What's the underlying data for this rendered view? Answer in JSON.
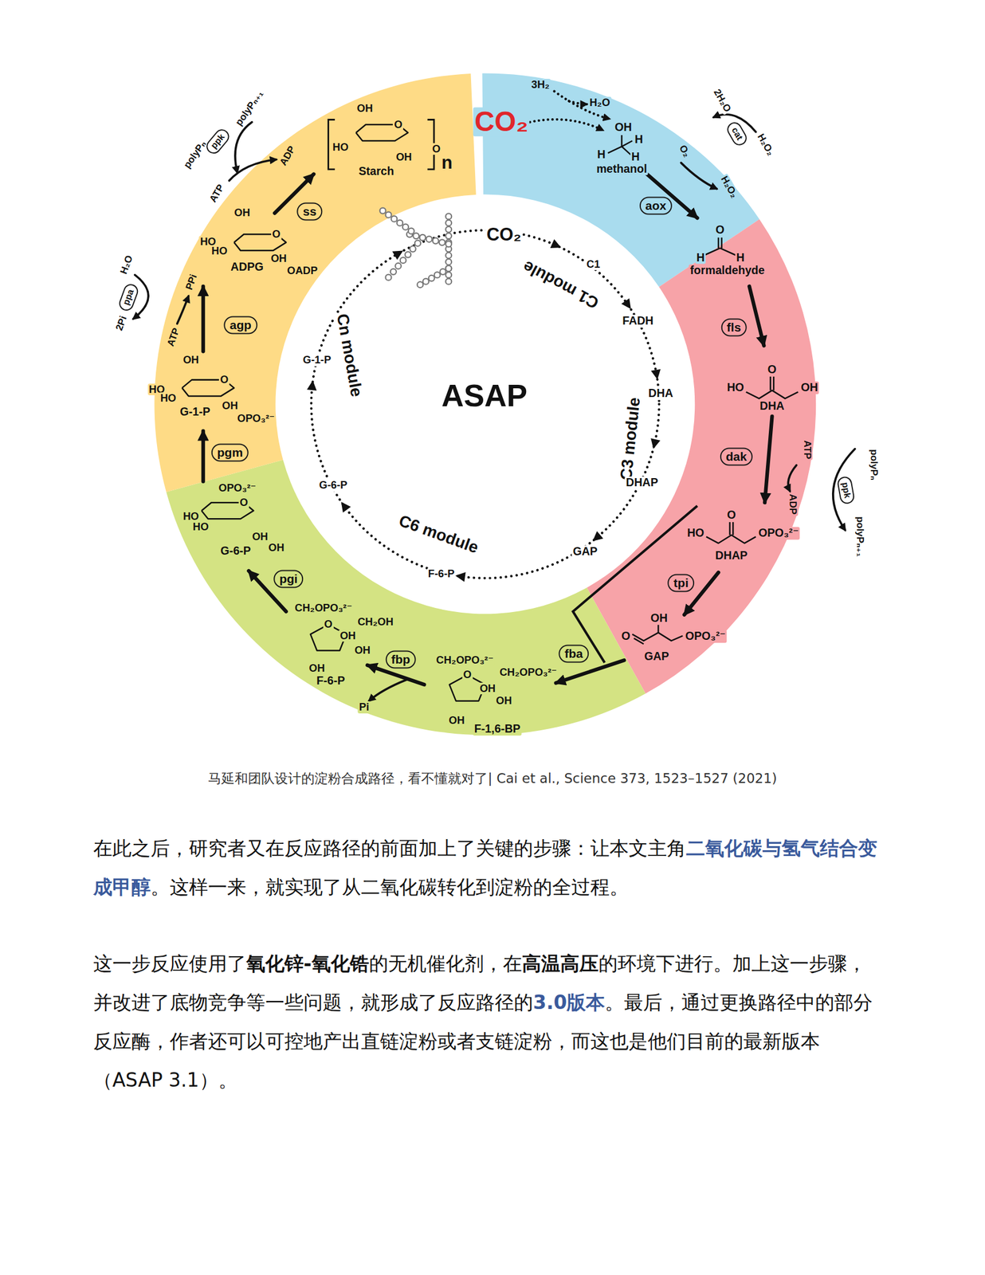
{
  "diagram": {
    "caption": "马延和团队设计的淀粉合成路径，看不懂就对了| Cai et al., Science 373, 1523–1527 (2021)",
    "nodes": [
      {
        "text": [
          "cat"
        ]
      },
      {
        "text": [
          "aox"
        ]
      },
      {
        "text": [
          "fls"
        ]
      },
      {
        "text": [
          "ppk"
        ]
      },
      {
        "text": [
          "dak"
        ]
      },
      {
        "text": [
          "tpi"
        ]
      },
      {
        "text": [
          "fba"
        ]
      },
      {
        "text": [
          "fbp"
        ]
      },
      {
        "text": [
          "pgi"
        ]
      },
      {
        "text": [
          "pgm"
        ]
      },
      {
        "text": [
          "ppa"
        ]
      },
      {
        "text": [
          "agp"
        ]
      },
      {
        "text": [
          "ppk"
        ]
      },
      {
        "text": [
          "ss"
        ]
      }
    ],
    "labels": [
      "CO₂",
      "3H₂",
      "H₂O",
      "OH",
      "H",
      "H",
      "H",
      "methanol",
      "O₂",
      "H₂O₂",
      "2H₂O",
      "H₂O₂",
      "O",
      "H",
      "H",
      "formaldehyde",
      "HO",
      "O",
      "OH",
      "DHA",
      "ATP",
      "ADP",
      "polyPₙ",
      "polyPₙ₊₁",
      "HO",
      "O",
      "OPO₃²⁻",
      "DHAP",
      "O",
      "OH",
      "OPO₃²⁻",
      "GAP",
      "CH₂OPO₃²⁻",
      "O",
      "CH₂OPO₃²⁻",
      "OH",
      "OH",
      "OH",
      "F-1,6-BP",
      "Pi",
      "CH₂OPO₃²⁻",
      "O",
      "CH₂OH",
      "OH",
      "OH",
      "OH",
      "F-6-P",
      "OPO₃²⁻",
      "O",
      "HO",
      "HO",
      "OH",
      "OH",
      "G-6-P",
      "OH",
      "HO",
      "HO",
      "O",
      "OH",
      "OPO₃²⁻",
      "G-1-P",
      "ATP",
      "PPi",
      "H₂O",
      "2Pi",
      "OH",
      "HO",
      "HO",
      "O",
      "OH",
      "OADP",
      "ADPG",
      "ATP",
      "ADP",
      "polyPₙ",
      "polyPₙ₊₁",
      "OH",
      "O",
      "HO",
      "OH",
      "O",
      "n",
      "Starch",
      "CO₂",
      "C1",
      "C1 module",
      "FADH",
      "DHA",
      "C3 module",
      "DHAP",
      "GAP",
      "F-6-P",
      "C6 module",
      "G-6-P",
      "G-1-P",
      "Cn module",
      "ASAP",
      "在此之后，研究者又在反应路径的前面加上了关键的步骤：让本文主角",
      "二氧化碳与氢气结合变成甲醇",
      "。这样一来，就实现了从二氧化碳转化到淀粉的全过程。",
      "这一步反应使用了",
      "氧化锌-氧化锆",
      "的无机催化剂，在",
      "高温高压",
      "的环境下进行。加上这一步骤，并改进了底物竞争等一些问题，就形成了反应路径的",
      "3.0版本",
      "。最后，通过更换路径中的部分反应酶，作者还可以可控地产出直链淀粉或者支链淀粉，而这也是他们目前的最新版本（ASAP 3.1）。"
    ]
  }
}
